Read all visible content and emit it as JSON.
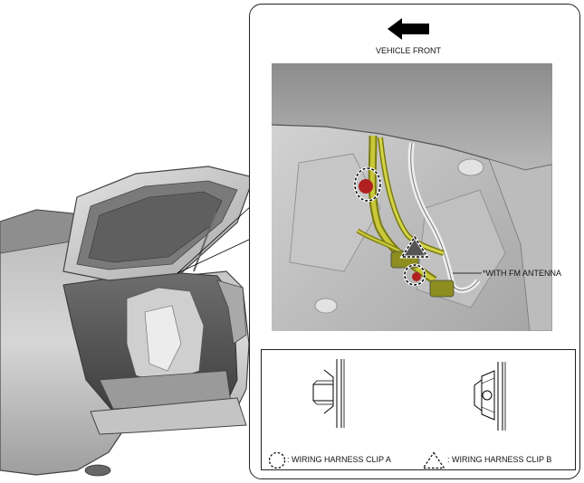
{
  "diagram": {
    "direction_label": "VEHICLE FRONT",
    "direction_icon": "arrow-left-icon",
    "callout_note": "*WITH FM ANTENNA",
    "legend": {
      "clip_a_label": ": WIRING HARNESS CLIP A",
      "clip_a_symbol": "dashed-circle-icon",
      "clip_b_label": ": WIRING HARNESS CLIP B",
      "clip_b_symbol": "dashed-triangle-icon"
    }
  }
}
